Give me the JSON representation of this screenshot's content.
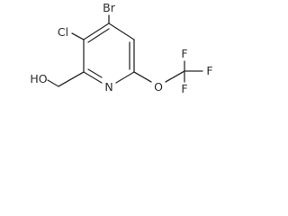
{
  "molecule": {
    "atoms": {
      "br": "Br",
      "cl": "Cl",
      "ho": "HO",
      "n": "N",
      "o": "O",
      "f_top": "F",
      "f_right": "F",
      "f_bottom": "F"
    },
    "colors": {
      "bond": "#2b2b2b",
      "label": "#2b2b2b",
      "background": "#ffffff"
    }
  }
}
